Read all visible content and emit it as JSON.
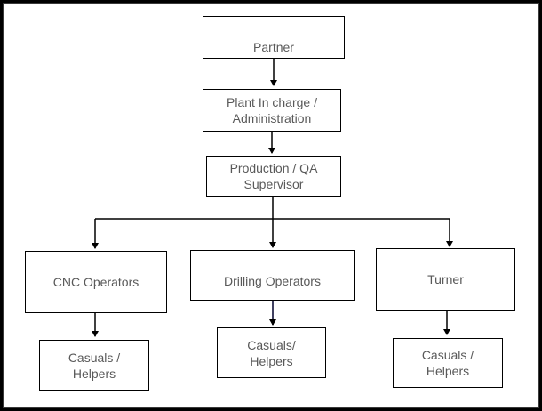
{
  "diagram": {
    "partner": "Partner",
    "plant_in_charge": "Plant In charge /\nAdministration",
    "production_supervisor": "Production / QA\nSupervisor",
    "cnc_operators": "CNC Operators",
    "drilling_operators": "Drilling Operators",
    "turner": "Turner",
    "casuals_helpers_cnc": "Casuals /\nHelpers",
    "casuals_helpers_drilling": "Casuals/\nHelpers",
    "casuals_helpers_turner": "Casuals /\nHelpers"
  },
  "colors": {
    "box_border": "#000000",
    "text": "#595959",
    "connector": "#000000",
    "frame": "#000000"
  }
}
